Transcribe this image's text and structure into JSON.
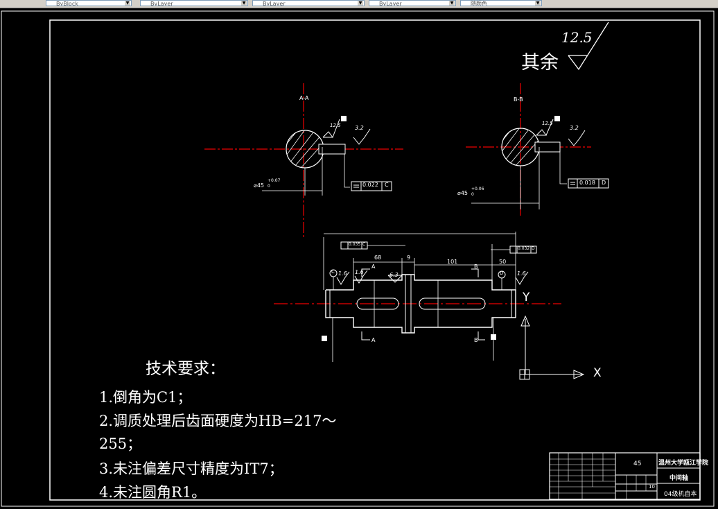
{
  "toolbar": {
    "combos": [
      {
        "name": "color-control",
        "value": "ByBlock"
      },
      {
        "name": "linetype-control",
        "value": "ByLayer"
      },
      {
        "name": "lineweight-control",
        "value": "ByLayer"
      },
      {
        "name": "plotstyle-control",
        "value": "ByLayer"
      },
      {
        "name": "plotstyle-table",
        "value": "随颜色"
      }
    ]
  },
  "roughness": {
    "main_label": "其余",
    "value": "12.5"
  },
  "sections": {
    "a": {
      "label": "A-A",
      "dia": "⌀45",
      "tol_upper": "+0.07",
      "tol_lower": "0",
      "rough": "3.2",
      "rough2": "12.5",
      "fcf_val": "0.022",
      "fcf_ref": "C"
    },
    "b": {
      "label": "B-B",
      "dia": "⌀45",
      "tol_upper": "+0.06",
      "tol_lower": "0",
      "rough": "3.2",
      "rough2": "12.5",
      "fcf_val": "0.018",
      "fcf_ref": "D"
    }
  },
  "shaft": {
    "dim_68": "68",
    "dim_9": "9",
    "dim_101": "101",
    "dim_50": "50",
    "fcf_left": "0.035",
    "fcf_left_ref": "C",
    "fcf_right": "0.032",
    "fcf_right_ref": "D",
    "datum_c": "C",
    "datum_d": "D",
    "sec_a": "A",
    "sec_b": "B",
    "rough_16": "1.6",
    "rough_63": "6.3"
  },
  "ucs": {
    "x": "X",
    "y": "Y"
  },
  "tech": {
    "title": "技术要求：",
    "items": [
      "1.倒角为C1；",
      "2.调质处理后齿面硬度为HB=217～",
      "255；",
      "3.未注偏差尺寸精度为IT7；",
      "4.未注圆角R1。"
    ]
  },
  "title_block": {
    "material": "45",
    "school": "温州大学瓯江学院",
    "part_name": "中间轴",
    "drawing_no": "04级机自本",
    "scale": "10"
  }
}
